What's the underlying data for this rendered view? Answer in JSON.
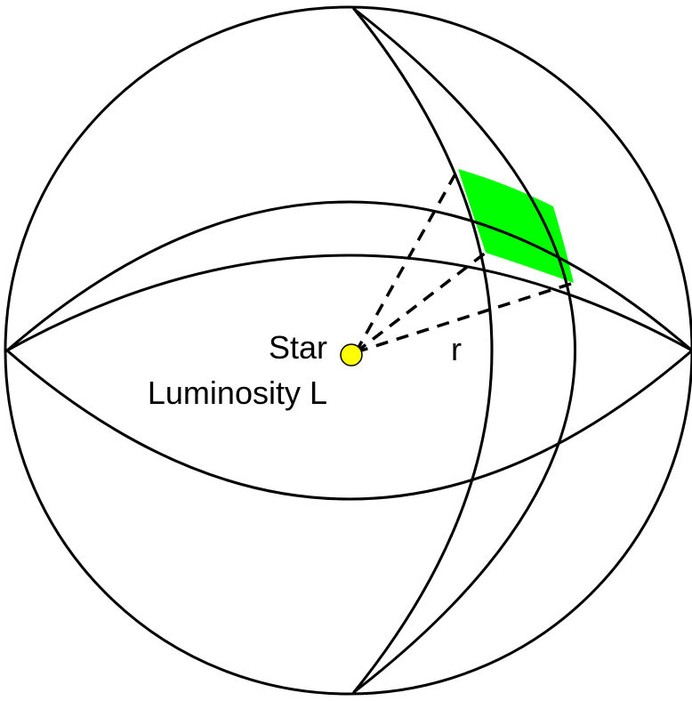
{
  "labels": {
    "star": "Star",
    "luminosity": "Luminosity L",
    "radius": "r"
  },
  "colors": {
    "patch": "#00ff00",
    "star": "#ffff00",
    "line": "#000000",
    "background": "#ffffff"
  }
}
